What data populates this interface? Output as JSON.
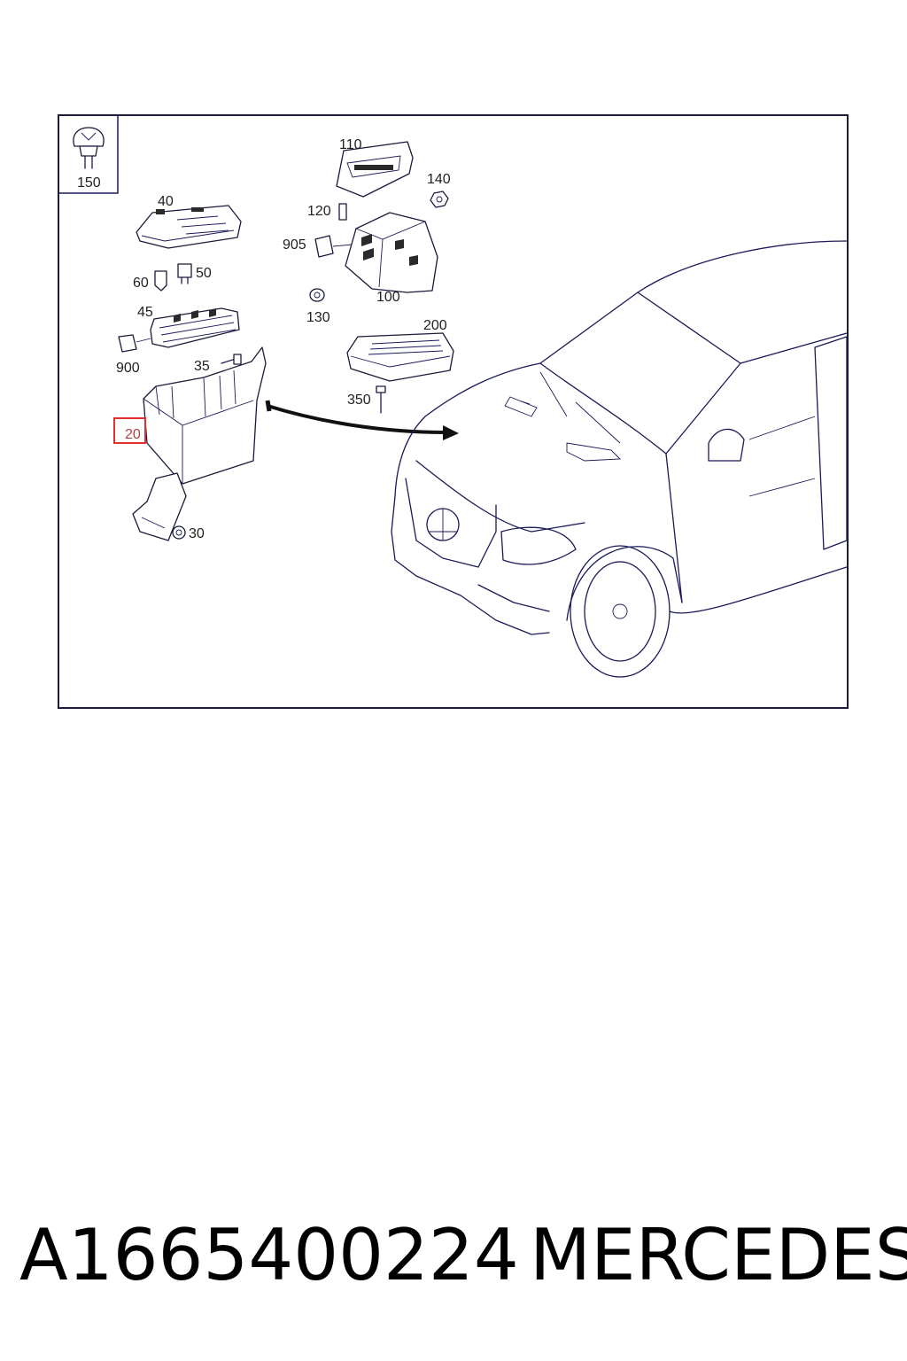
{
  "diagram": {
    "callouts": {
      "c150": "150",
      "c110": "110",
      "c140": "140",
      "c40": "40",
      "c120": "120",
      "c905": "905",
      "c60": "60",
      "c50": "50",
      "c100": "100",
      "c45": "45",
      "c130": "130",
      "c200": "200",
      "c900": "900",
      "c35": "35",
      "c350": "350",
      "c20": "20",
      "c30": "30"
    },
    "highlighted_callout": "20",
    "highlight_color": "#e03030",
    "line_color": "#1a1a5a"
  },
  "caption": {
    "part_number": "A1665400224",
    "brand": "MERCEDES"
  }
}
